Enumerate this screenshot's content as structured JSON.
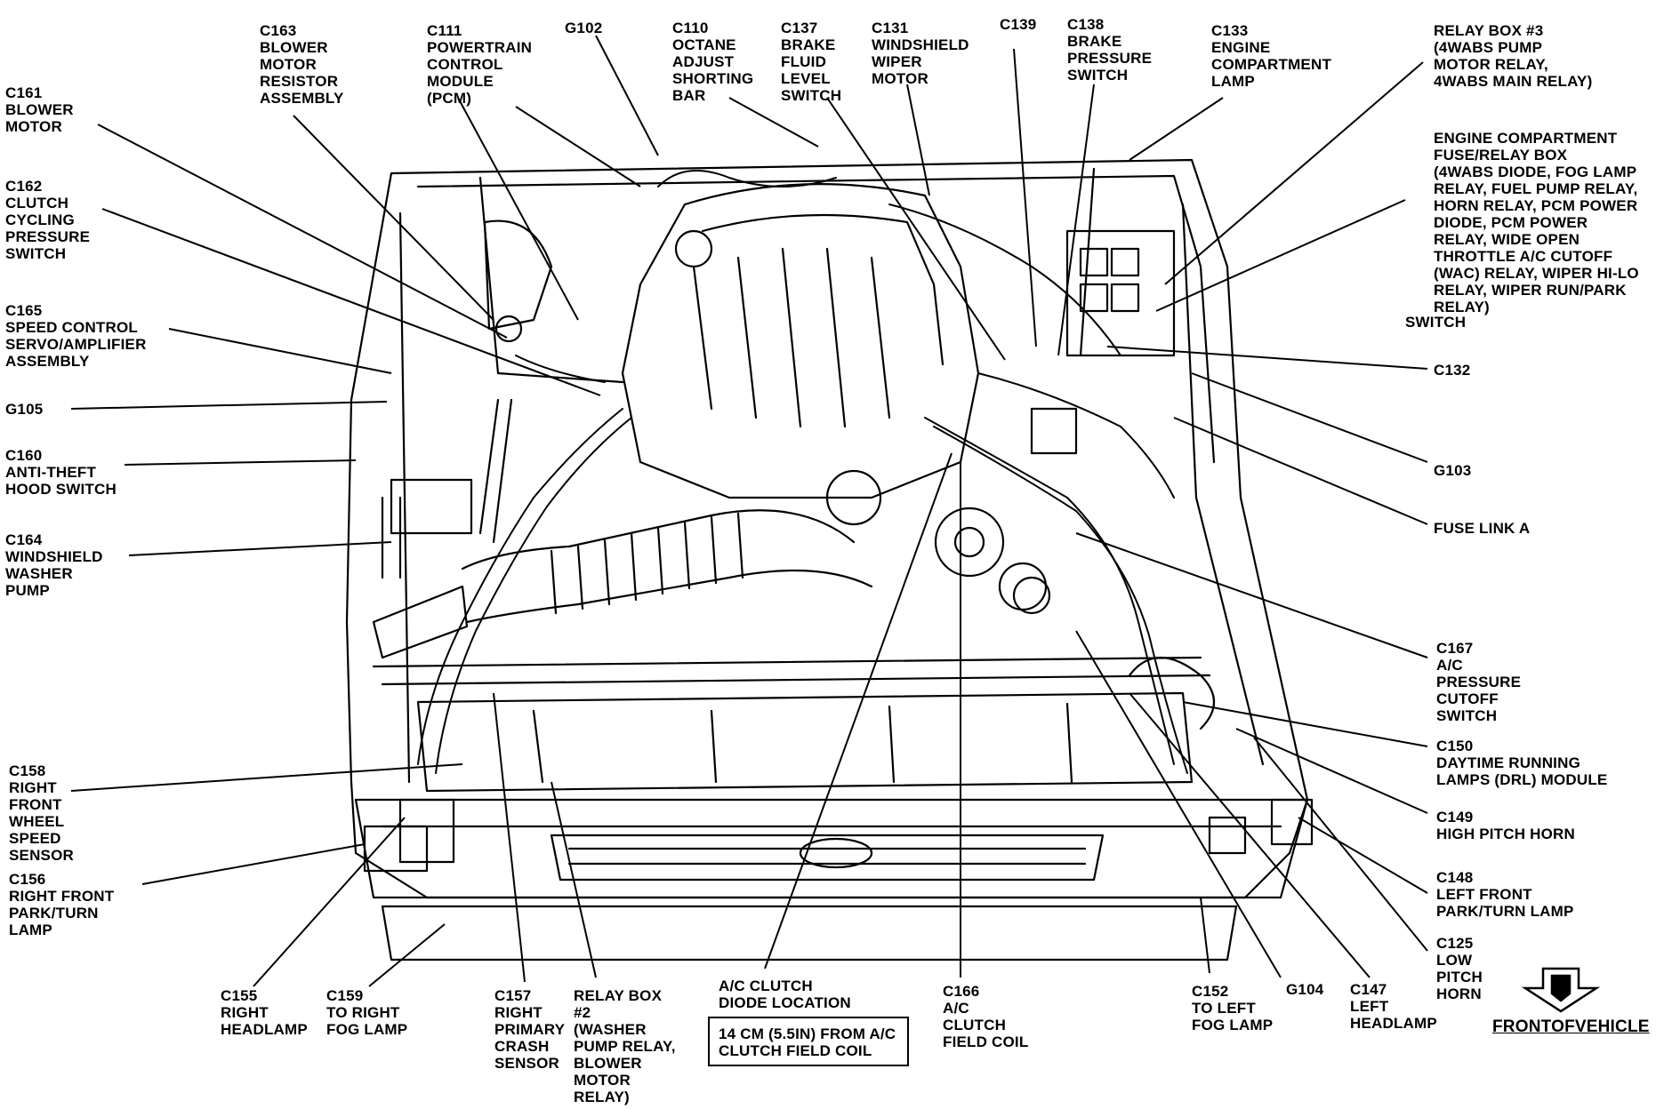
{
  "labels": {
    "c163": "C163\nBLOWER\nMOTOR\nRESISTOR\nASSEMBLY",
    "c111": "C111\nPOWERTRAIN\nCONTROL\nMODULE\n(PCM)",
    "g102": "G102",
    "c110": "C110\nOCTANE\nADJUST\nSHORTING\nBAR",
    "c137": "C137\nBRAKE\nFLUID\nLEVEL\nSWITCH",
    "c131": "C131\nWINDSHIELD\nWIPER\nMOTOR",
    "c139": "C139",
    "c138": "C138\nBRAKE\nPRESSURE\nSWITCH",
    "c133": "C133\nENGINE\nCOMPARTMENT\nLAMP",
    "relay3": "RELAY BOX #3\n(4WABS PUMP\nMOTOR RELAY,\n4WABS MAIN RELAY)",
    "c161": "C161\nBLOWER\nMOTOR",
    "c162": "C162\nCLUTCH\nCYCLING\nPRESSURE\nSWITCH",
    "c165": "C165\nSPEED CONTROL\nSERVO/AMPLIFIER\nASSEMBLY",
    "g105": "G105",
    "c160": "C160\nANTI-THEFT\nHOOD SWITCH",
    "c164": "C164\nWINDSHIELD\nWASHER\nPUMP",
    "fusebox": "ENGINE COMPARTMENT\nFUSE/RELAY BOX\n(4WABS DIODE, FOG LAMP\nRELAY, FUEL PUMP RELAY,\nHORN RELAY, PCM POWER\nDIODE, PCM POWER\nRELAY, WIDE OPEN\nTHROTTLE A/C CUTOFF\n(WAC) RELAY, WIPER HI-LO\nRELAY, WIPER RUN/PARK\nRELAY)",
    "switch": "SWITCH",
    "c132": "C132",
    "g103": "G103",
    "fuselink": "FUSE LINK A",
    "c167": "C167\nA/C\nPRESSURE\nCUTOFF\nSWITCH",
    "c150": "C150\nDAYTIME RUNNING\nLAMPS (DRL) MODULE",
    "c149": "C149\nHIGH PITCH HORN",
    "c148": "C148\nLEFT FRONT\nPARK/TURN LAMP",
    "c125": "C125\nLOW\nPITCH\nHORN",
    "c158": "C158\nRIGHT\nFRONT\nWHEEL\nSPEED\nSENSOR",
    "c156": "C156\nRIGHT FRONT\nPARK/TURN\nLAMP",
    "c155": "C155\nRIGHT\nHEADLAMP",
    "c159": "C159\nTO RIGHT\nFOG LAMP",
    "c157": "C157\nRIGHT\nPRIMARY\nCRASH\nSENSOR",
    "relay2": "RELAY BOX\n#2\n(WASHER\nPUMP RELAY,\nBLOWER\nMOTOR\nRELAY)",
    "diode": "A/C CLUTCH\nDIODE LOCATION",
    "note": "14 CM (5.5IN) FROM A/C\nCLUTCH FIELD COIL",
    "c166": "C166\nA/C\nCLUTCH\nFIELD COIL",
    "c152": "C152\nTO LEFT\nFOG LAMP",
    "g104": "G104",
    "c147": "C147\nLEFT\nHEADLAMP",
    "front": "FRONTOFVEHICLE"
  }
}
